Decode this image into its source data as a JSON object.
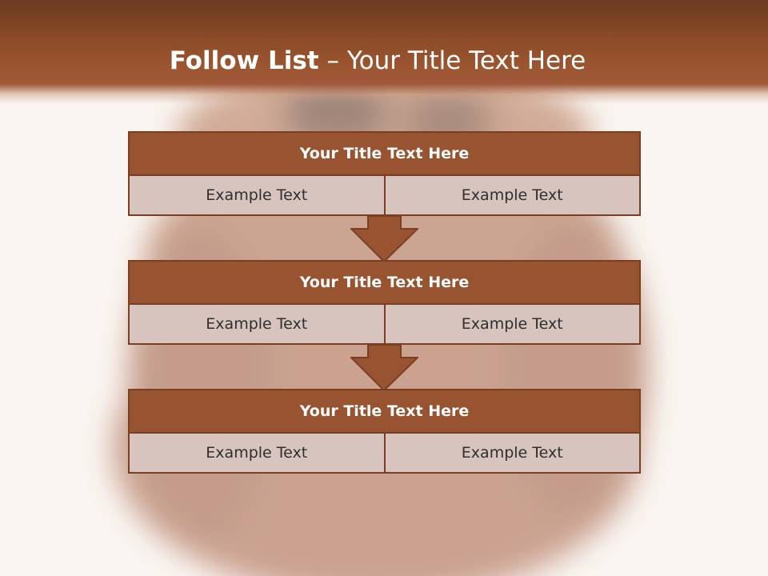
{
  "slide": {
    "title_bold": "Follow List",
    "title_separator": " – ",
    "title_rest": "Your Title Text Here"
  },
  "blocks": [
    {
      "title": "Your Title Text Here",
      "left": "Example Text",
      "right": "Example Text"
    },
    {
      "title": "Your Title Text Here",
      "left": "Example Text",
      "right": "Example Text"
    },
    {
      "title": "Your Title Text Here",
      "left": "Example Text",
      "right": "Example Text"
    }
  ],
  "colors": {
    "header_brown": "#9c5631",
    "block_title": "#985430",
    "block_border": "#7a3f22",
    "cell_fill": "#d8c4be",
    "arrow_fill": "#985430"
  },
  "background_image": "faded long-haired brown dog"
}
